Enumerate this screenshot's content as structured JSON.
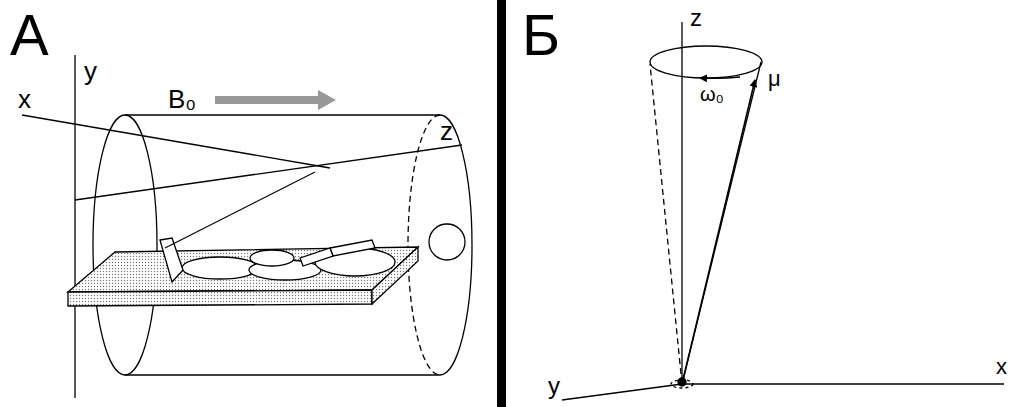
{
  "diagram": {
    "labels": [
      "А",
      "y",
      "x",
      "B₀",
      "z",
      "Б",
      "z",
      "μ",
      "ω₀",
      "y",
      "x"
    ]
  }
}
